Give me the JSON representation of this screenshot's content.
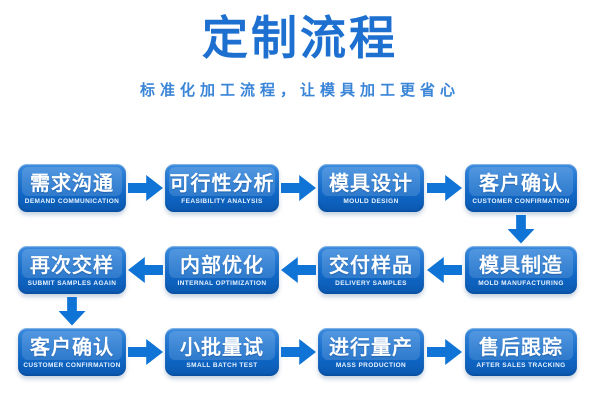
{
  "header": {
    "title": "定制流程",
    "subtitle": "标准化加工流程，让模具加工更省心"
  },
  "colors": {
    "title": "#1e70d0",
    "subtitle": "#3a85d8",
    "box_gradient_top": "#3a8ade",
    "box_gradient_bottom": "#0a58b0",
    "arrow": "#0f74d6",
    "box_text": "#ffffff",
    "background": "#ffffff"
  },
  "flow": {
    "rows": [
      {
        "direction": "left-to-right",
        "steps": [
          {
            "zh": "需求沟通",
            "en": "DEMAND COMMUNICATION"
          },
          {
            "zh": "可行性分析",
            "en": "FEASIBILITY ANALYSIS"
          },
          {
            "zh": "模具设计",
            "en": "MOULD DESIGN"
          },
          {
            "zh": "客户确认",
            "en": "CUSTOMER CONFIRMATION"
          }
        ]
      },
      {
        "direction": "right-to-left",
        "steps": [
          {
            "zh": "再次交样",
            "en": "SUBMIT SAMPLES AGAIN"
          },
          {
            "zh": "内部优化",
            "en": "INTERNAL OPTIMIZATION"
          },
          {
            "zh": "交付样品",
            "en": "DELIVERY SAMPLES"
          },
          {
            "zh": "模具制造",
            "en": "MOLD MANUFACTURING"
          }
        ]
      },
      {
        "direction": "left-to-right",
        "steps": [
          {
            "zh": "客户确认",
            "en": "CUSTOMER CONFIRMATION"
          },
          {
            "zh": "小批量试",
            "en": "SMALL BATCH TEST"
          },
          {
            "zh": "进行量产",
            "en": "MASS PRODUCTION"
          },
          {
            "zh": "售后跟踪",
            "en": "AFTER SALES TRACKING"
          }
        ]
      }
    ],
    "connectors": [
      {
        "from": "客户确认",
        "to": "模具制造",
        "side": "right"
      },
      {
        "from": "再次交样",
        "to": "客户确认",
        "side": "left"
      }
    ]
  }
}
